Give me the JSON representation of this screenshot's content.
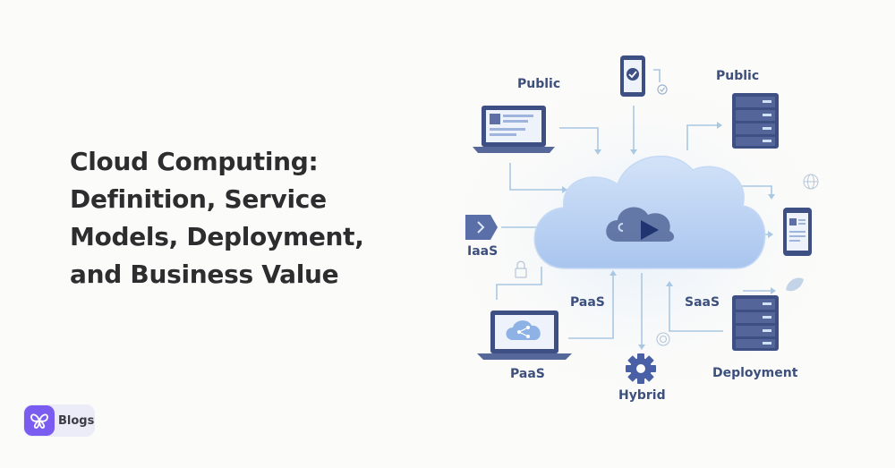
{
  "title_lines": [
    "Cloud Computing:",
    "Definition, Service",
    "Models, Deployment,",
    "and Business Value"
  ],
  "labels": {
    "public_left": "Public",
    "public_right": "Public",
    "iaas": "IaaS",
    "paas_center": "PaaS",
    "saas": "SaaS",
    "paas_bottom": "PaaS",
    "hybrid": "Hybrid",
    "deployment": "Deployment"
  },
  "brand": {
    "text": "Blogs"
  },
  "colors": {
    "cloud": "#bcd3f3",
    "line": "#a7c7e2",
    "device": "#3e4f84",
    "label": "#3d4f7c",
    "brand": "#7b5cf0"
  },
  "icons": [
    "laptop-icon",
    "smartphone-icon",
    "server-rack-icon",
    "gear-icon",
    "play-cloud-icon",
    "share-icon",
    "lock-icon",
    "checkmark-icon"
  ]
}
